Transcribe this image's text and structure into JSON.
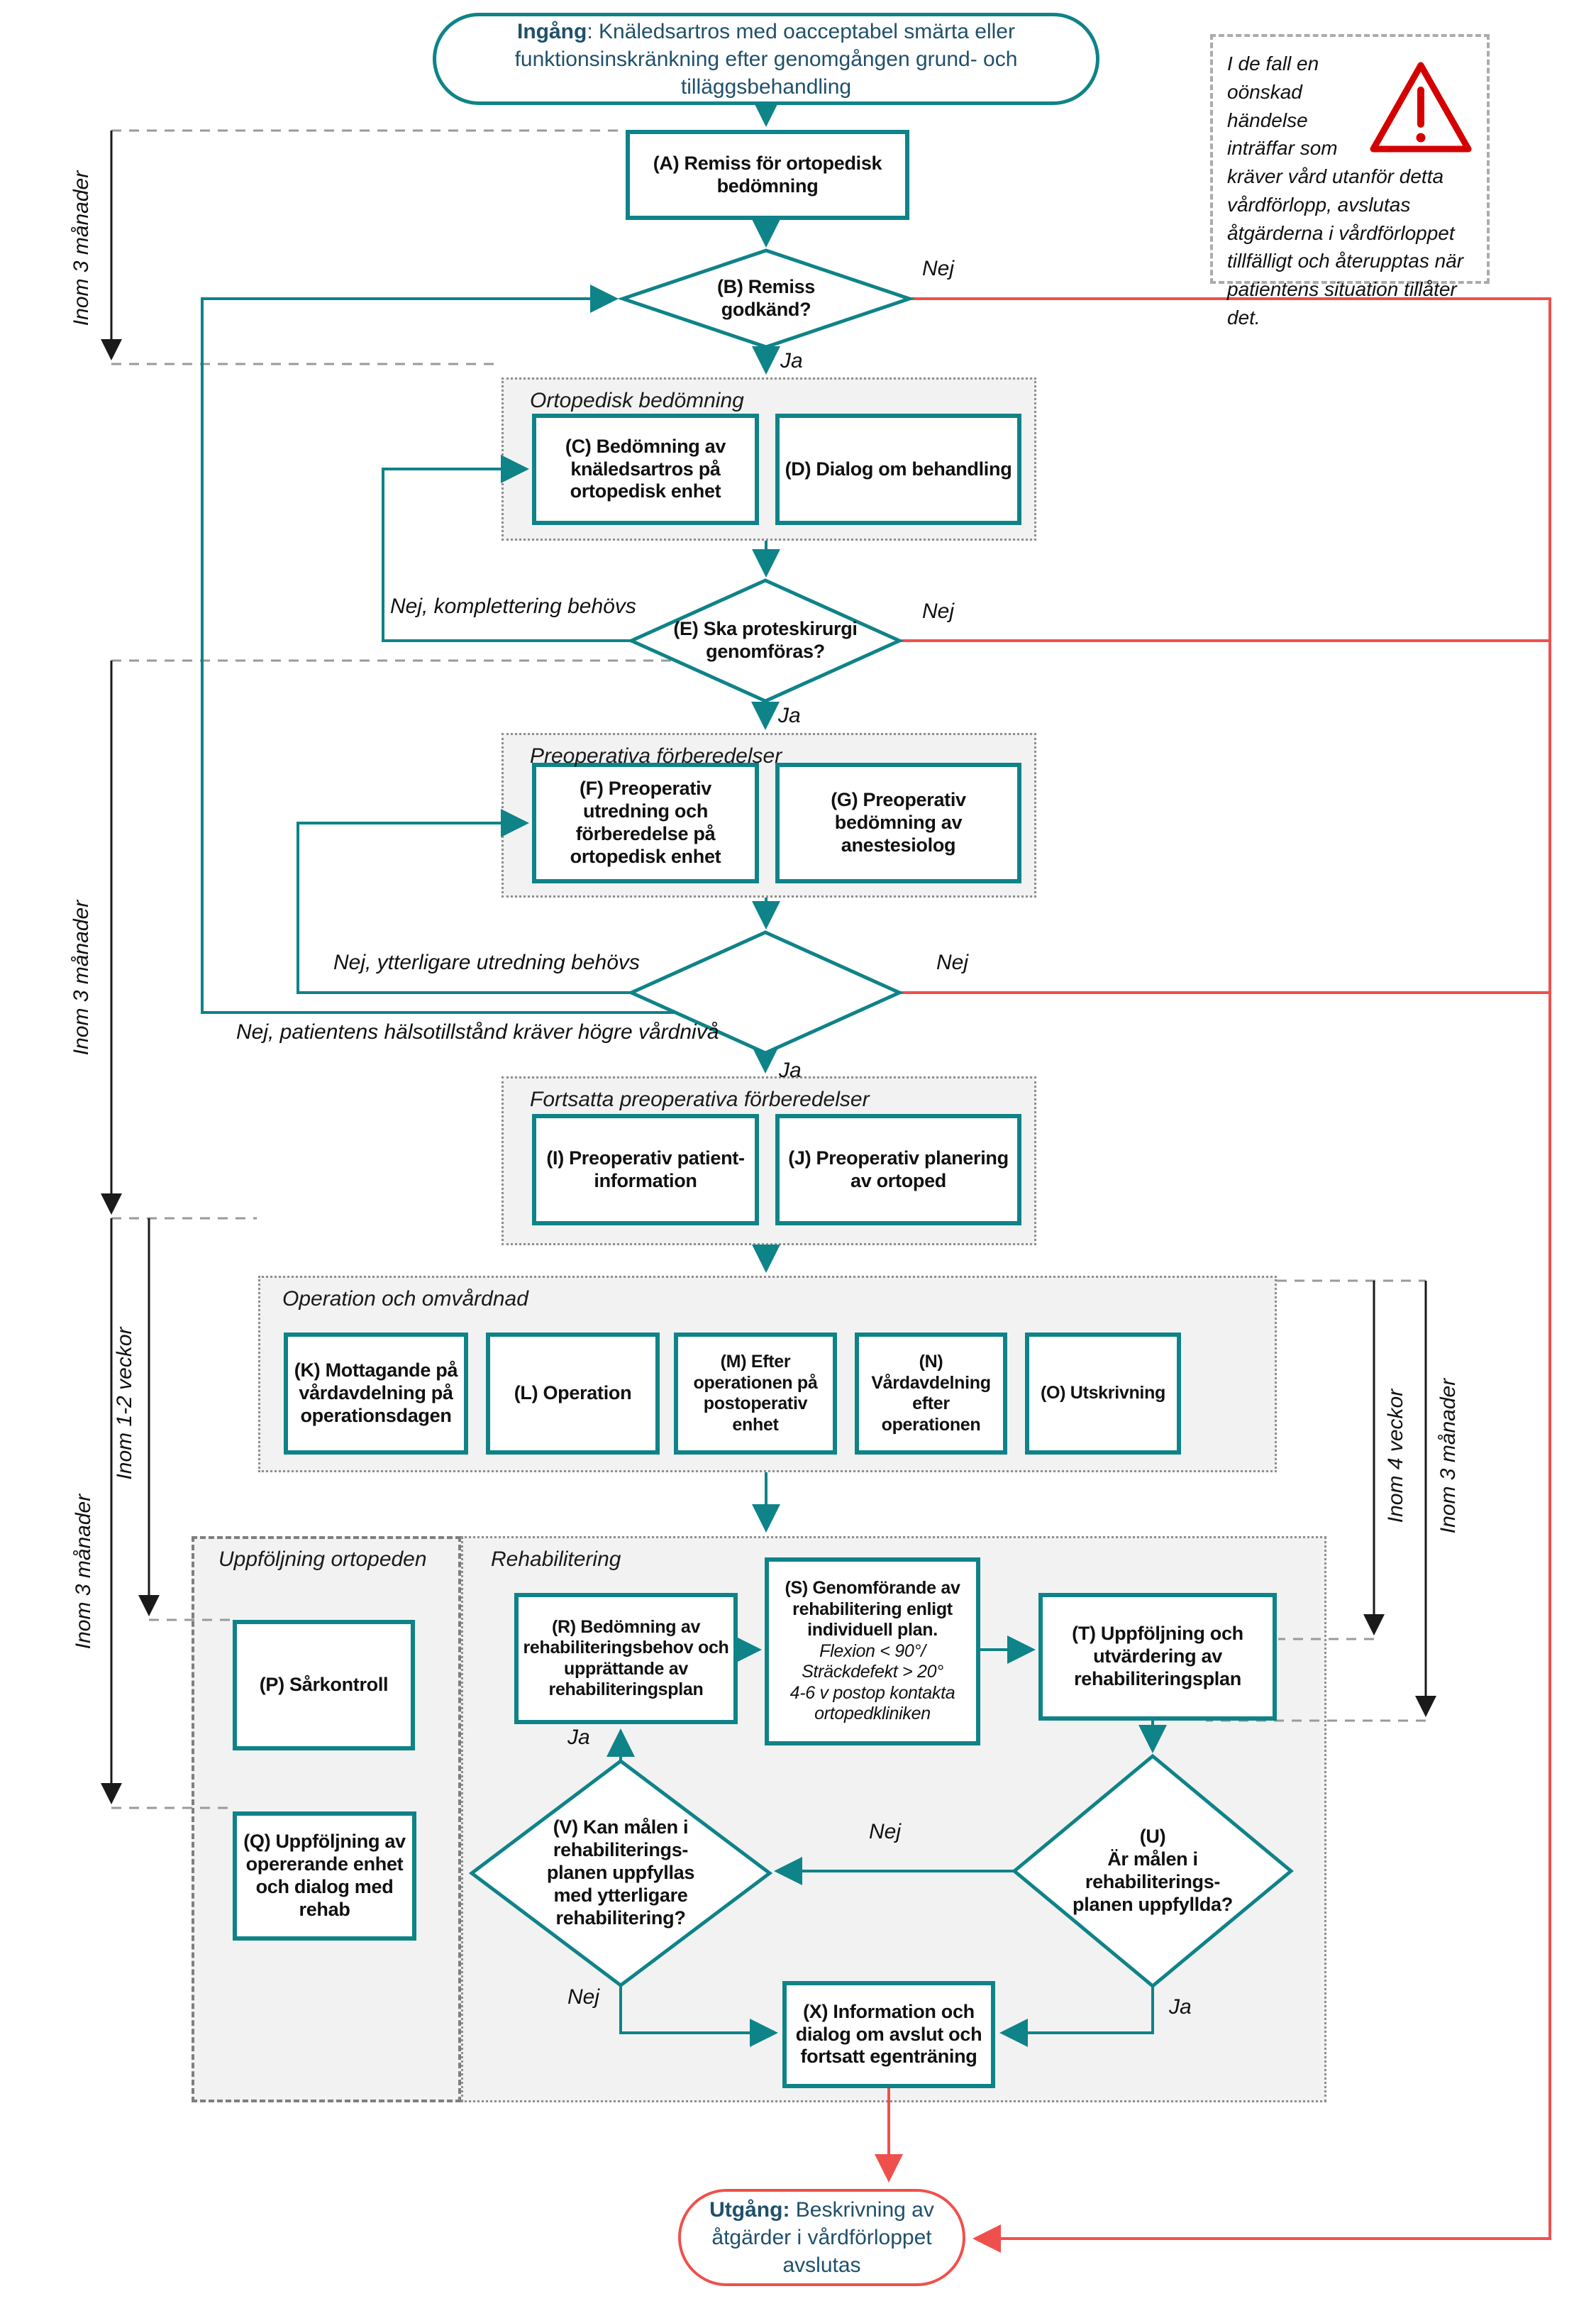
{
  "colors": {
    "teal": "#0E8388",
    "red": "#F0504C",
    "navy": "#20506B",
    "group_fill": "#F2F2F2",
    "warning_red": "#D40000",
    "black_line": "#1a1a1a",
    "gray_dash": "#9a9a9a"
  },
  "entry": {
    "prefix": "Ingång",
    "text": ": Knäledsartros med oacceptabel smärta eller funktionsinskränkning efter genomgången grund- och tilläggsbehandling"
  },
  "exit": {
    "prefix": "Utgång:",
    "text": " Beskrivning av åtgärder i vårdförloppet avslutas"
  },
  "warning": {
    "icon": "warning-triangle-icon",
    "text": "I de fall en oönskad händelse inträffar som kräver vård utanför detta vårdförlopp, avslutas åtgärderna i vårdförloppet tillfälligt och återupptas när patientens situation tillåter det."
  },
  "groups": {
    "g1": "Ortopedisk bedömning",
    "g2": "Preoperativa förberedelser",
    "g3": "Fortsatta preoperativa förberedelser",
    "g4": "Operation och omvårdnad",
    "g5": "Rehabilitering",
    "g6": "Uppföljning ortopeden"
  },
  "nodes": {
    "a": "(A) Remiss för ortopedisk bedömning",
    "b": "(B) Remiss godkänd?",
    "c": "(C) Bedömning av knäledsartros på ortopedisk enhet",
    "d": "(D) Dialog om behandling",
    "e": "(E) Ska proteskirurgi genomföras?",
    "f": "(F) Preoperativ utredning och förberedelse på ortopedisk enhet",
    "g": "(G) Preoperativ bedömning av anestesiolog",
    "i": "(I) Preoperativ patient- information",
    "j": "(J) Preoperativ planering av ortoped",
    "k": "(K) Mottagande på vårdavdelning på operationsdagen",
    "l": "(L) Operation",
    "m": "(M) Efter operationen på postoperativ enhet",
    "n": "(N) Vårdavdelning efter operationen",
    "o": "(O) Utskrivning",
    "p": "(P) Sårkontroll",
    "q": "(Q) Uppföljning av opererande enhet och dialog med rehab",
    "r": "(R) Bedömning av  rehabiliteringsbehov och upprättande av rehabiliteringsplan",
    "s_title": "(S)  Genomförande av rehabilitering enligt individuell plan.",
    "s_note_1": "Flexion < 90°/",
    "s_note_2": "Sträckdefekt > 20°",
    "s_note_3": "4-6 v postop kontakta",
    "s_note_4": "ortopedkliniken",
    "t": "(T) Uppföljning och utvärdering av rehabiliteringsplan",
    "u_head": "(U)",
    "u_body": "Är målen i rehabiliterings- planen uppfyllda?",
    "v": "(V) Kan målen i rehabiliterings- planen uppfyllas med ytterligare rehabilitering?",
    "x": "(X) Information och dialog om avslut och fortsatt egenträning"
  },
  "edge_labels": {
    "ja": "Ja",
    "nej": "Nej",
    "nej_komplettering": "Nej, komplettering behövs",
    "nej_utredning": "Nej, ytterligare utredning behövs",
    "nej_halsotillstand": "Nej, patientens hälsotillstånd kräver högre vårdnivå"
  },
  "timelines": {
    "t1": "Inom 3 månader",
    "t2": "Inom 3 månader",
    "t3": "Inom 1-2 veckor",
    "t4": "Inom 3 månader",
    "t5": "Inom 4 veckor",
    "t6": "Inom 3 månader"
  }
}
